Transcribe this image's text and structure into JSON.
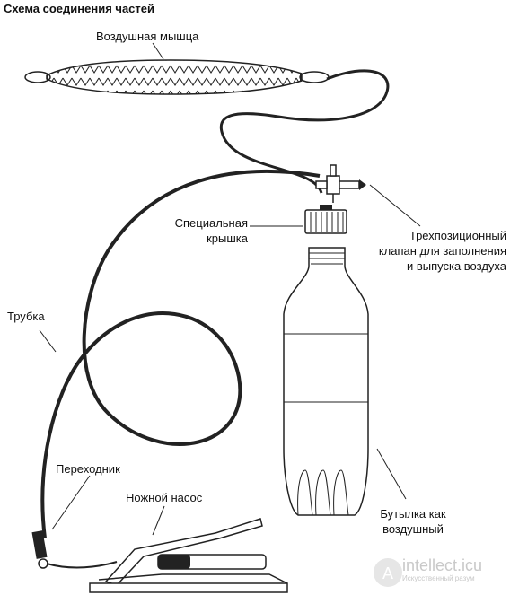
{
  "title": "Схема соединения частей",
  "labels": {
    "air_mouse": "Воздушная мышца",
    "special_cap_1": "Специальная",
    "special_cap_2": "крышка",
    "valve_1": "Трехпозиционный",
    "valve_2": "клапан для заполнения",
    "valve_3": "и выпуска воздуха",
    "tube": "Трубка",
    "adapter": "Переходник",
    "foot_pump": "Ножной насос",
    "bottle_1": "Бутылка как",
    "bottle_2": "воздушный"
  },
  "watermark": {
    "text": "intellect.icu",
    "sub": "Искусственный разум"
  }
}
